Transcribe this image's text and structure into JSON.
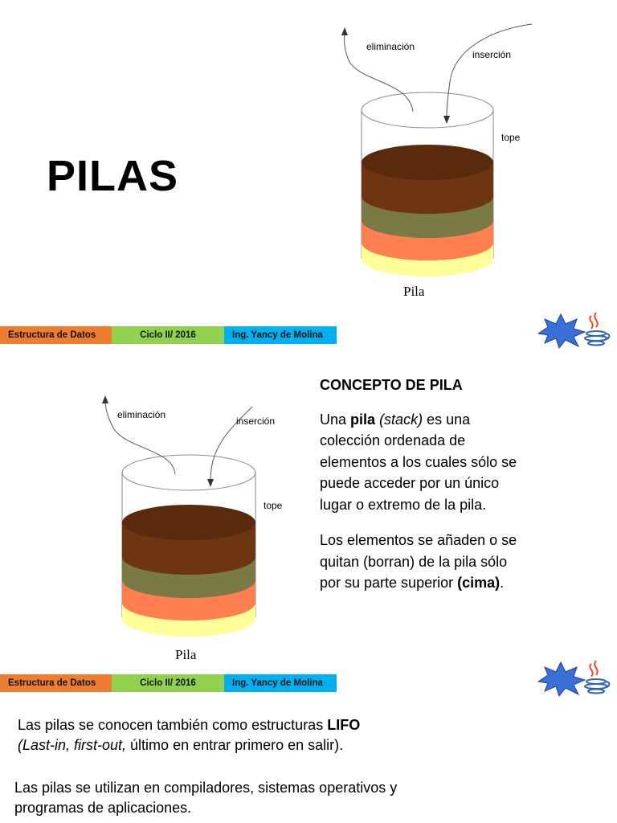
{
  "slide1": {
    "title": "PILAS",
    "diagram": {
      "removal_label": "eliminación",
      "insertion_label": "inserción",
      "top_label": "tope",
      "caption": "Pila"
    }
  },
  "footer": {
    "course": "Estructura de Datos",
    "cycle": "Ciclo  II/ 2016",
    "teacher": "Ing. Yancy de Molina"
  },
  "slide2": {
    "heading": "CONCEPTO DE PILA",
    "diagram": {
      "removal_label": "eliminación",
      "insertion_label": "inserción",
      "top_label": "tope",
      "caption": "Pila"
    },
    "p1": {
      "a": "Una ",
      "b": "pila",
      "c": " ",
      "d": "(stack)",
      "e": " es una colección ordenada de elementos a los cuales sólo se puede acceder por un único lugar o extremo de la pila."
    },
    "p2": {
      "a": "Los elementos se añaden o se quitan (borran) de la pila sólo por su parte superior ",
      "b": "(cima)",
      "c": "."
    }
  },
  "slide3": {
    "p1": {
      "a": "Las pilas se conocen también como estructuras ",
      "b": "LIFO",
      "c": "(Last-in, first-out,",
      "d": " último en entrar primero en salir)."
    },
    "p2": "Las pilas se utilizan en compiladores, sistemas operativos y programas de aplicaciones."
  },
  "colors": {
    "layer_top": "#6E3512",
    "layer_olive": "#7A7A46",
    "layer_orange": "#FF7F50",
    "layer_yellow": "#FFFF99",
    "footer_orange": "#ED7D31",
    "footer_green": "#92D050",
    "footer_blue": "#00B0F0"
  },
  "icons": [
    "java-cup-logo-icon"
  ]
}
